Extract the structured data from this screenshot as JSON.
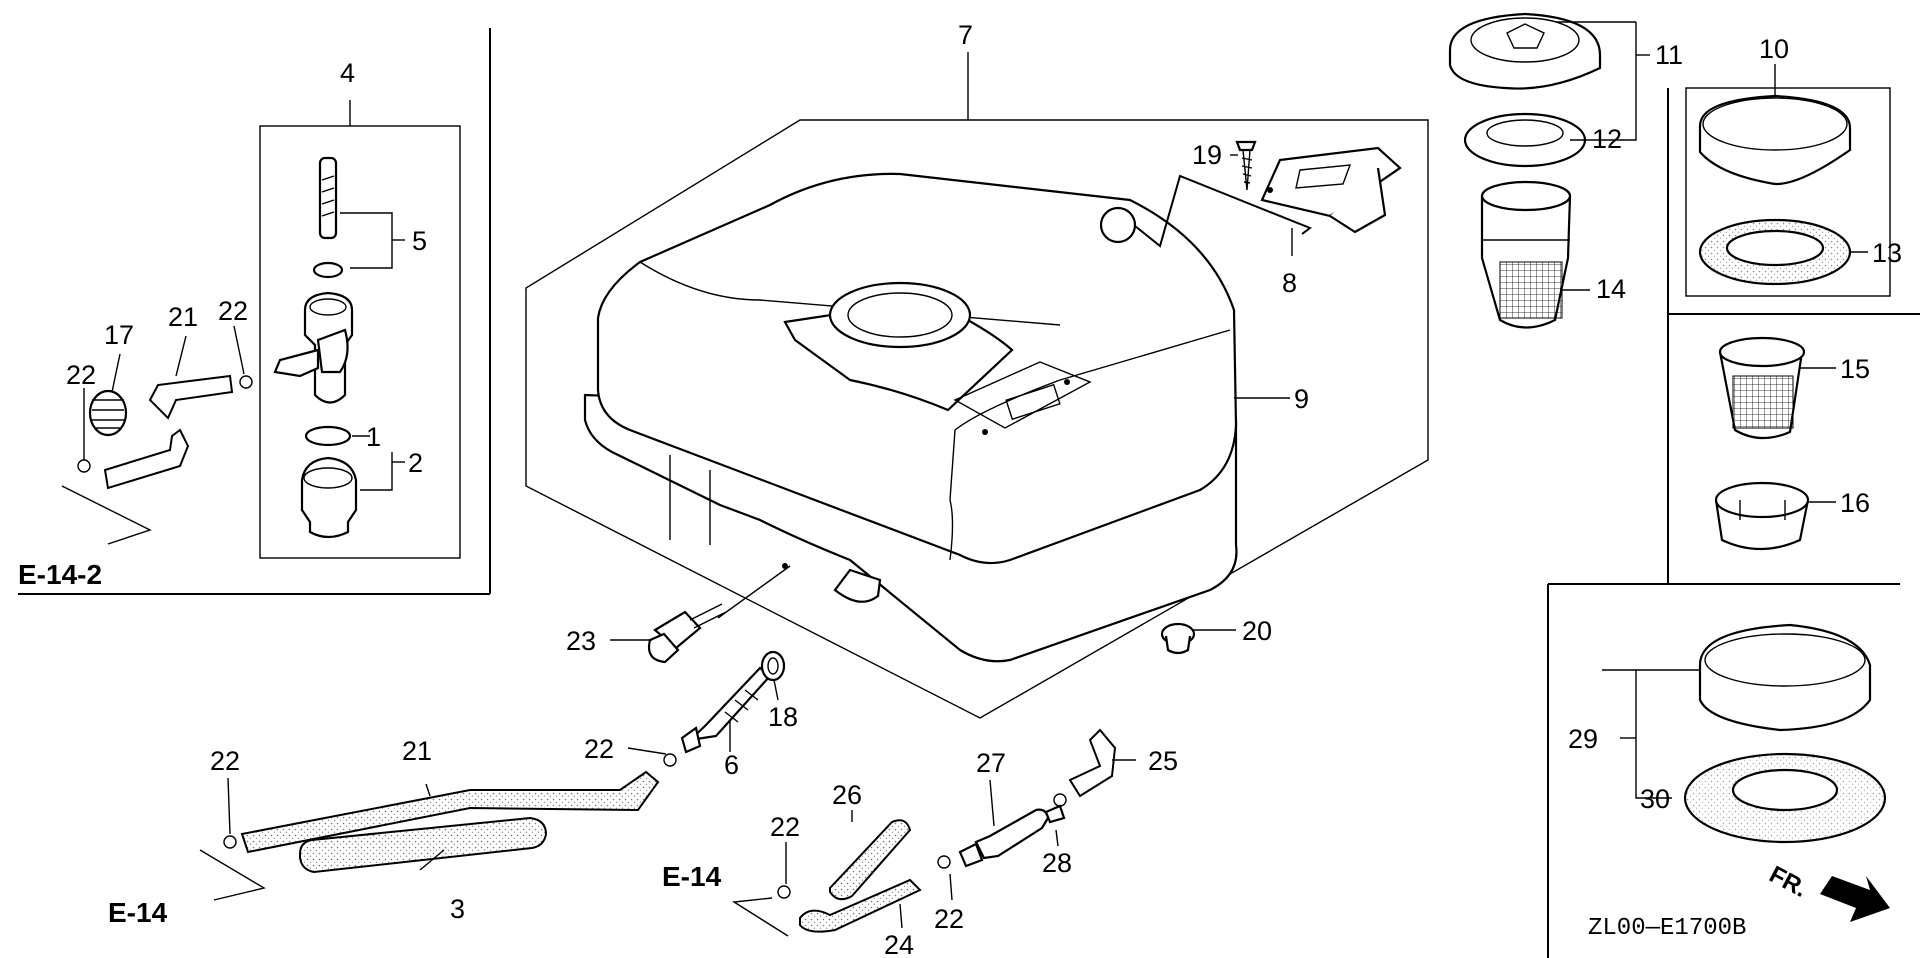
{
  "diagram": {
    "drawing_code": "ZL00—E1700B",
    "front_label": "FR.",
    "references": {
      "e14_2": "E-14-2",
      "e14_bottom": "E-14",
      "e14_middle": "E-14"
    },
    "callouts": {
      "c1": "1",
      "c2": "2",
      "c3": "3",
      "c4": "4",
      "c5": "5",
      "c6": "6",
      "c7": "7",
      "c8": "8",
      "c9": "9",
      "c10": "10",
      "c11": "11",
      "c12": "12",
      "c13": "13",
      "c14": "14",
      "c15": "15",
      "c16": "16",
      "c17": "17",
      "c18": "18",
      "c19": "19",
      "c20": "20",
      "c21a": "21",
      "c21b": "21",
      "c22a": "22",
      "c22b": "22",
      "c22c": "22",
      "c22d": "22",
      "c22e": "22",
      "c22f": "22",
      "c23": "23",
      "c24": "24",
      "c25": "25",
      "c26": "26",
      "c27": "27",
      "c28": "28",
      "c29": "29",
      "c30": "30"
    }
  }
}
